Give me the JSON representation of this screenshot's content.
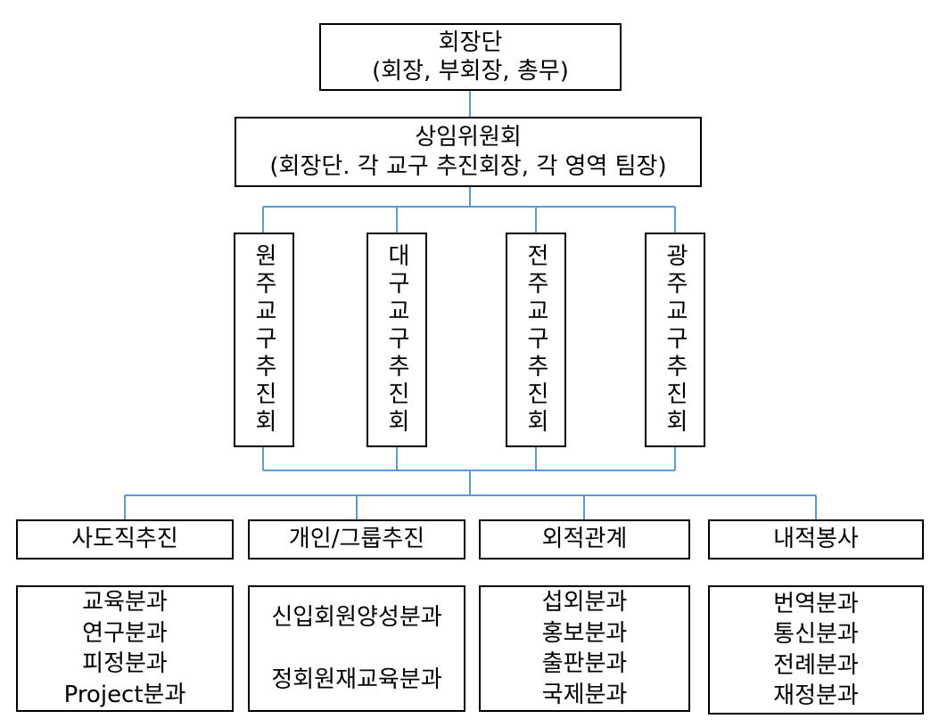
{
  "colors": {
    "connector": "#5b9bd5",
    "border": "#000000",
    "text": "#000000"
  },
  "top": {
    "title": "회장단",
    "subtitle": "(회장, 부회장, 총무)"
  },
  "committee": {
    "title": "상임위원회",
    "subtitle": "(회장단. 각 교구 추진회장, 각 영역 팀장)"
  },
  "regions": [
    {
      "label": "원주교구추진회"
    },
    {
      "label": "대구교구추진회"
    },
    {
      "label": "전주교구추진회"
    },
    {
      "label": "광주교구추진회"
    }
  ],
  "areas": [
    {
      "label": "사도직추진"
    },
    {
      "label": "개인/그룹추진"
    },
    {
      "label": "외적관계"
    },
    {
      "label": "내적봉사"
    }
  ],
  "divisions": [
    {
      "items": [
        "교육분과",
        "연구분과",
        "피정분과",
        "Project분과"
      ]
    },
    {
      "items": [
        "신입회원양성분과",
        "정회원재교육분과"
      ]
    },
    {
      "items": [
        "섭외분과",
        "홍보분과",
        "출판분과",
        "국제분과"
      ]
    },
    {
      "items": [
        "번역분과",
        "통신분과",
        "전례분과",
        "재정분과"
      ]
    }
  ]
}
